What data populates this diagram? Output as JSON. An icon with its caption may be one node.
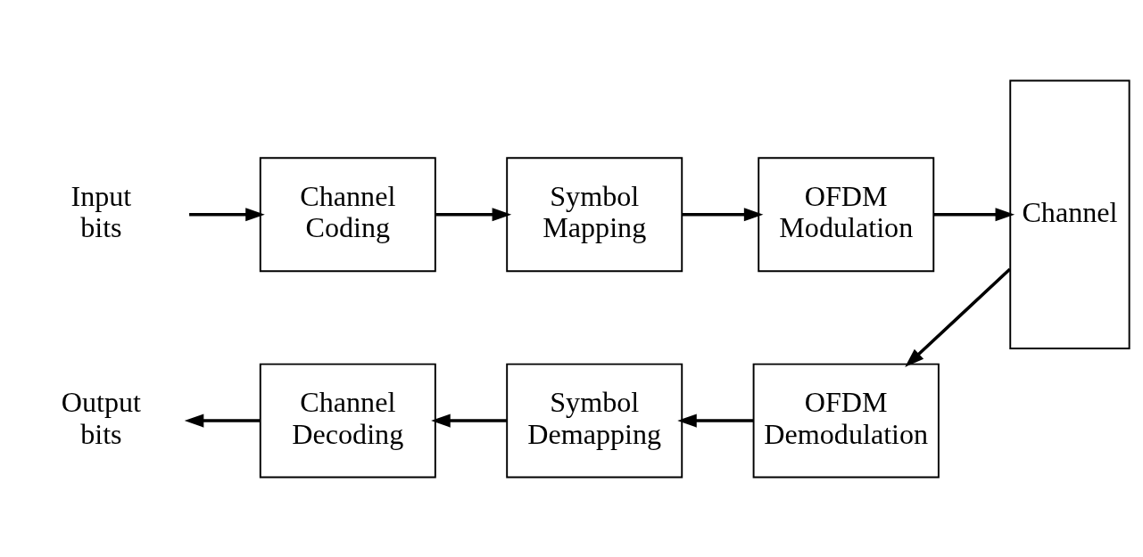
{
  "diagram": {
    "nodes": [
      {
        "text": [
          "Input bits"
        ]
      },
      {
        "text": [
          "Channel Coding"
        ]
      },
      {
        "text": [
          "Symbol Mapping"
        ]
      },
      {
        "text": [
          "OFDM Modulation"
        ]
      },
      {
        "text": [
          "Channel"
        ]
      },
      {
        "text": [
          "Output bits"
        ]
      },
      {
        "text": [
          "Channel Decoding"
        ]
      },
      {
        "text": [
          "Symbol Demapping"
        ]
      },
      {
        "text": [
          "OFDM Demodulation"
        ]
      }
    ],
    "edges": [
      {
        "from": 0,
        "to": 1,
        "arrow": "to"
      },
      {
        "from": 1,
        "to": 2,
        "arrow": "to"
      },
      {
        "from": 2,
        "to": 3,
        "arrow": "to"
      },
      {
        "from": 3,
        "to": 4,
        "arrow": "to"
      },
      {
        "from": 4,
        "to": 8,
        "arrow": "to"
      },
      {
        "from": 8,
        "to": 7,
        "arrow": "to"
      },
      {
        "from": 7,
        "to": 6,
        "arrow": "to"
      },
      {
        "from": 6,
        "to": 5,
        "arrow": "to"
      }
    ]
  }
}
